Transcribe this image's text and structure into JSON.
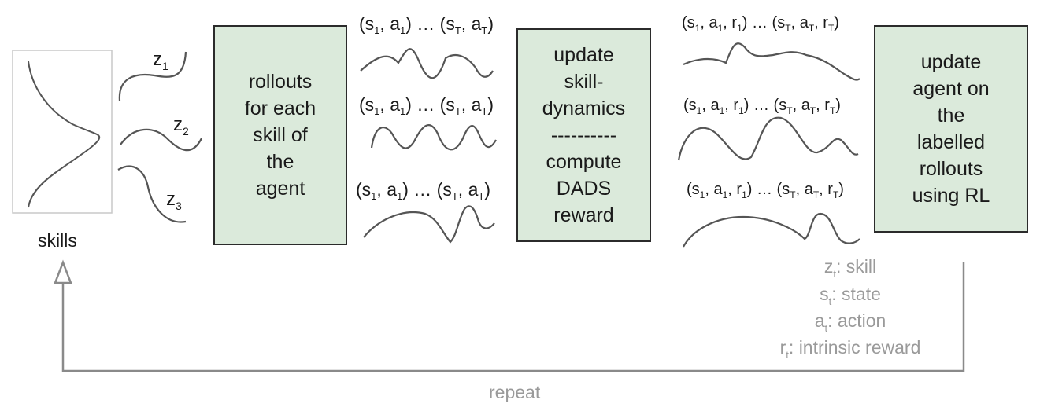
{
  "skills_label": "skills",
  "skill_labels": [
    {
      "var": "z",
      "sub": "1"
    },
    {
      "var": "z",
      "sub": "2"
    },
    {
      "var": "z",
      "sub": "3"
    }
  ],
  "boxes": {
    "rollouts": {
      "lines": [
        "rollouts",
        "for each",
        "skill of",
        "the",
        "agent"
      ]
    },
    "update_dynamics": {
      "lines": [
        "update",
        "skill-",
        "dynamics",
        "----------",
        "compute",
        "DADS",
        "reward"
      ]
    },
    "update_agent": {
      "lines": [
        "update",
        "agent on",
        "the",
        "labelled",
        "rollouts",
        "using RL"
      ]
    }
  },
  "trajectory_sa": {
    "open": "(",
    "s": "s",
    "a": "a",
    "first_sub": "1",
    "last_sub": "T",
    "sep": ", ",
    "close": ")",
    "ellipsis": " … "
  },
  "trajectory_sar": {
    "s": "s",
    "a": "a",
    "r": "r",
    "first_sub": "1",
    "last_sub": "T"
  },
  "legend": [
    {
      "var": "z",
      "sub": "t",
      "text": ": skill"
    },
    {
      "var": "s",
      "sub": "t",
      "text": ": state"
    },
    {
      "var": "a",
      "sub": "t",
      "text": ": action"
    },
    {
      "var": "r",
      "sub": "t",
      "text": ": intrinsic reward"
    }
  ],
  "repeat_label": "repeat",
  "colors": {
    "box_fill": "#dbeadb",
    "box_border": "#2b2b2b",
    "curve": "#555555",
    "legend_text": "#9a9a9a",
    "arrow": "#8a8a8a"
  }
}
